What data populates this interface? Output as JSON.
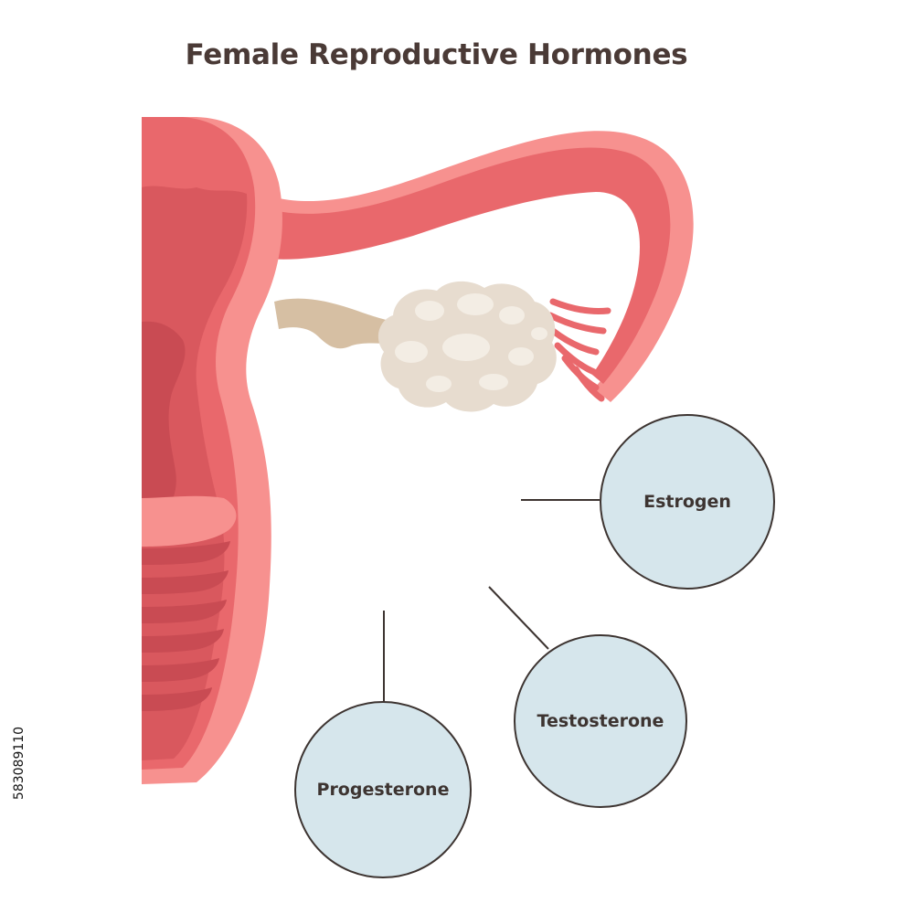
{
  "title": "Female Reproductive Hormones",
  "colors": {
    "title_text": "#4a3a36",
    "uterus_outer": "#e9686c",
    "uterus_light": "#f7918f",
    "uterus_dark": "#d9585e",
    "uterus_darker": "#c94b53",
    "ovary": "#e7dccf",
    "ovary_spots": "#f3ede4",
    "ligament": "#d6bfa3",
    "hormone_fill": "#d6e6ec",
    "line": "#3d3431"
  },
  "hormones": [
    {
      "id": "estrogen",
      "label": "Estrogen"
    },
    {
      "id": "testosterone",
      "label": "Testosterone"
    },
    {
      "id": "progesterone",
      "label": "Progesterone"
    }
  ],
  "stock_id": "583089110"
}
